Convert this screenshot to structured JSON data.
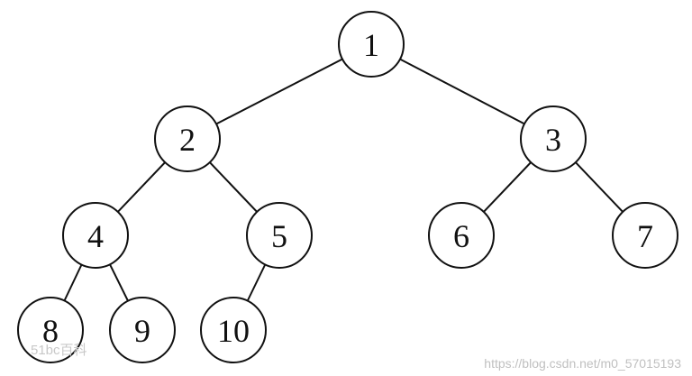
{
  "diagram": {
    "type": "binary-tree",
    "nodes": [
      {
        "id": "n1",
        "label": "1"
      },
      {
        "id": "n2",
        "label": "2"
      },
      {
        "id": "n3",
        "label": "3"
      },
      {
        "id": "n4",
        "label": "4"
      },
      {
        "id": "n5",
        "label": "5"
      },
      {
        "id": "n6",
        "label": "6"
      },
      {
        "id": "n7",
        "label": "7"
      },
      {
        "id": "n8",
        "label": "8"
      },
      {
        "id": "n9",
        "label": "9"
      },
      {
        "id": "n10",
        "label": "10"
      }
    ],
    "edges": [
      {
        "from": "n1",
        "to": "n2"
      },
      {
        "from": "n1",
        "to": "n3"
      },
      {
        "from": "n2",
        "to": "n4"
      },
      {
        "from": "n2",
        "to": "n5"
      },
      {
        "from": "n3",
        "to": "n6"
      },
      {
        "from": "n3",
        "to": "n7"
      },
      {
        "from": "n4",
        "to": "n8"
      },
      {
        "from": "n4",
        "to": "n9"
      },
      {
        "from": "n5",
        "to": "n10"
      }
    ]
  },
  "watermarks": {
    "left": "51bc百科",
    "right": "https://blog.csdn.net/m0_57015193"
  }
}
